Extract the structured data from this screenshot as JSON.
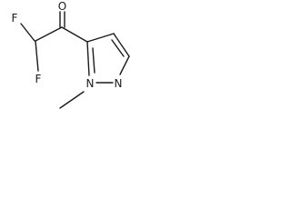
{
  "molecule": {
    "atoms": {
      "oxygen": "O",
      "fluorine_top": "F",
      "fluorine_bottom": "F",
      "nitrogen_ring": "N",
      "nitrogen_methyl": "N"
    },
    "colors": {
      "ink": "#1a1a1a",
      "background": "#ffffff"
    }
  }
}
